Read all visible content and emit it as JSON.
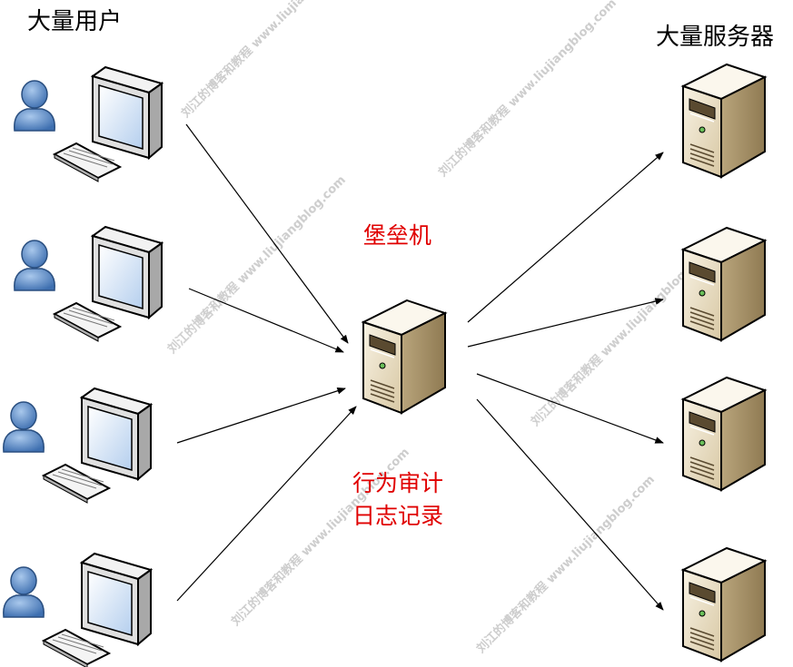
{
  "labels": {
    "users_title": "大量用户",
    "servers_title": "大量服务器",
    "bastion": "堡垒机",
    "audit_line1": "行为审计",
    "audit_line2": "日志记录"
  },
  "watermark": "刘江的博客和教程 www.liujiangblog.com",
  "colors": {
    "label_black": "#000000",
    "label_red": "#e00000",
    "person_blue": "#4a7fc0",
    "server_beige": "#e3d6bc",
    "monitor_grey": "#d9d9d9",
    "screen_blue": "#c9dcf2",
    "line": "#000000"
  }
}
